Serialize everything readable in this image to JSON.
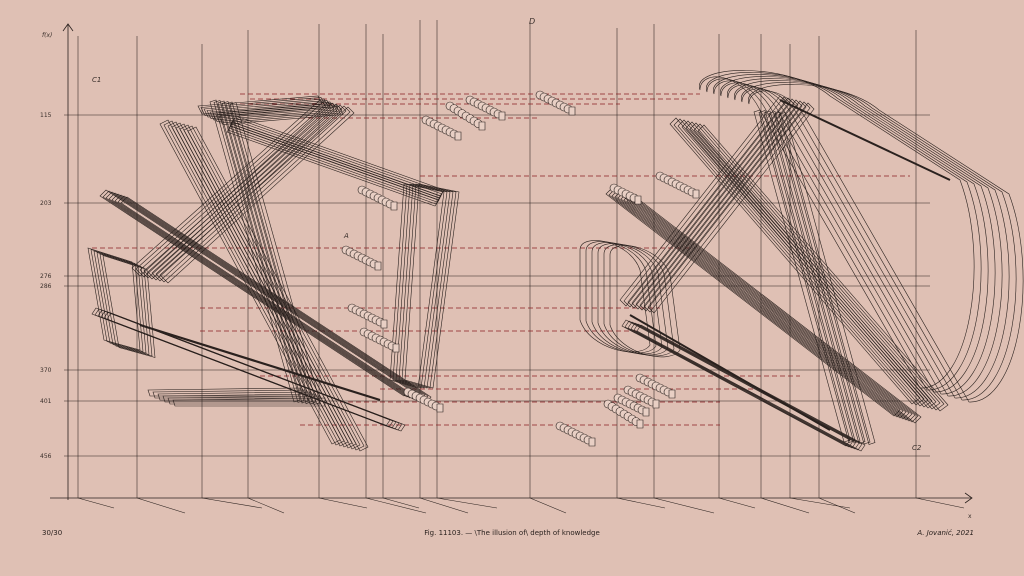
{
  "axes": {
    "y_label": "f(x)",
    "x_label": "x",
    "top_label": "D",
    "y_ticks": [
      "115",
      "203",
      "276",
      "286",
      "370",
      "401",
      "456"
    ]
  },
  "annotations": {
    "c1": "C1",
    "c2": "C2",
    "a": "A"
  },
  "footer": {
    "page_number": "30/30",
    "caption": "Fig. 11103. — \\The illusion of\\ depth of knowledge",
    "author": "A. Jovanić, 2021"
  },
  "colors": {
    "background": "#dfc0b4",
    "ink": "#2a211e",
    "dashed_guides": "#8b1e22"
  }
}
